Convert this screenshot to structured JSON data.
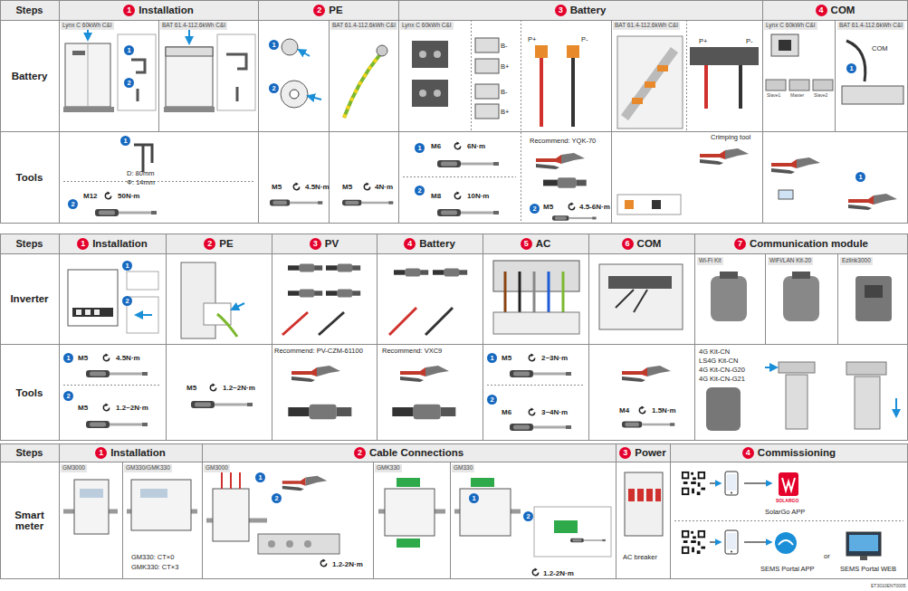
{
  "diagram": {
    "nodes": [
      {
        "text": [
          "Steps"
        ]
      },
      {
        "text": [
          "1",
          "Installation"
        ]
      },
      {
        "text": [
          "2",
          "PE"
        ]
      },
      {
        "text": [
          "3",
          "Battery"
        ]
      },
      {
        "text": [
          "4",
          "COM"
        ]
      },
      {
        "text": [
          "Battery"
        ]
      },
      {
        "text": [
          "Tools"
        ]
      },
      {
        "text": [
          "Steps"
        ]
      },
      {
        "text": [
          "1",
          "Installation"
        ]
      },
      {
        "text": [
          "2",
          "PE"
        ]
      },
      {
        "text": [
          "3",
          "PV"
        ]
      },
      {
        "text": [
          "4",
          "Battery"
        ]
      },
      {
        "text": [
          "5",
          "AC"
        ]
      },
      {
        "text": [
          "6",
          "COM"
        ]
      },
      {
        "text": [
          "7",
          "Communication module"
        ]
      },
      {
        "text": [
          "Inverter"
        ]
      },
      {
        "text": [
          "Tools"
        ]
      },
      {
        "text": [
          "Steps"
        ]
      },
      {
        "text": [
          "1",
          "Installation"
        ]
      },
      {
        "text": [
          "2",
          "Cable Connections"
        ]
      },
      {
        "text": [
          "3",
          "Power"
        ]
      },
      {
        "text": [
          "4",
          "Commissioning"
        ]
      },
      {
        "text": [
          "Smart meter"
        ]
      }
    ],
    "labels": [
      "Lynx C 60kWh C&I",
      "BAT 61.4-112.6kWh C&I",
      "1",
      "2",
      "1",
      "2",
      "BAT 61.4-112.6kWh C&I",
      "Lynx C 60kWh C&I",
      "B-",
      "B+",
      "B-",
      "B+",
      "P+",
      "P-",
      "BAT 61.4-112.6kWh C&I",
      "P+",
      "P-",
      "Crimping tool",
      "Lynx C 60kWh C&I",
      "Slave1",
      "Master",
      "Slave2",
      "BAT 61.4-112.6kWh C&I",
      "COM",
      "1",
      "1",
      "D: 80mm",
      "Φ: 14mm",
      "2",
      "M12",
      "50N·m",
      "M5",
      "4.5N·m",
      "M5",
      "4N·m",
      "1",
      "M6",
      "6N·m",
      "2",
      "M8",
      "10N·m",
      "Recommend: YQK-70",
      "2",
      "M5",
      "4.5-6N·m",
      "1",
      "1",
      "2",
      "1",
      "M5",
      "4.5N·m",
      "2",
      "M5",
      "1.2~2N·m",
      "M5",
      "1.2~2N·m",
      "Recommend: PV-CZM-61100",
      "Recommend: VXC9",
      "1",
      "M5",
      "2~3N·m",
      "2",
      "M6",
      "3~4N·m",
      "M4",
      "1.5N·m",
      "Wi-Fi Kit",
      "WiFi/LAN Kit-20",
      "Ezlink3000",
      "4G Kit-CN",
      "LS4G Kit-CN",
      "4G Kit-CN-G20",
      "4G Kit-CN-G21",
      "GM3000",
      "GM330/GMK330",
      "GM330: CT×0",
      "GMK330: CT×3",
      "GM3000",
      "1",
      "2",
      "1.2-2N·m",
      "GMK330",
      "GM330",
      "1",
      "2",
      "1.2-2N·m",
      "AC breaker",
      "SOLARGO",
      "SolarGo APP",
      "SEMS Portal APP",
      "or",
      "SEMS Portal WEB",
      "ET3010ENT0005"
    ]
  }
}
